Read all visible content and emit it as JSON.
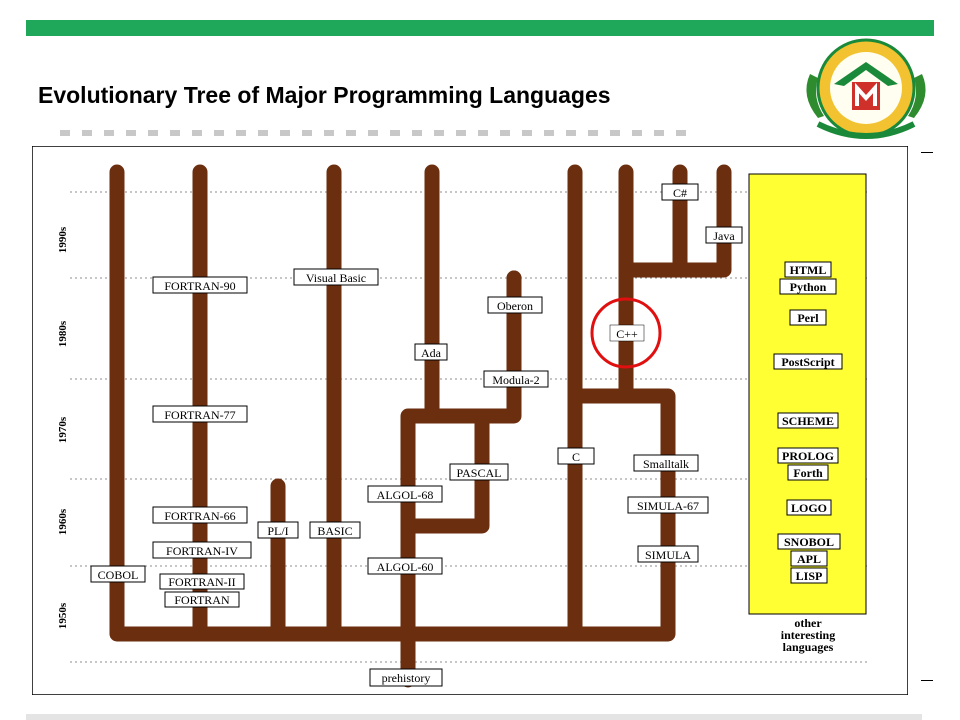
{
  "slide": {
    "title": "Evolutionary Tree of Major Programming Languages"
  },
  "colors": {
    "header_bar": "#1fa85a",
    "branch": "#6b2e0e",
    "other_languages_box": "#ffff33",
    "highlight_circle": "#e01010"
  },
  "logo": {
    "icon": "university-crest-icon"
  },
  "diagram": {
    "decades": [
      "1990s",
      "1980s",
      "1970s",
      "1960s",
      "1950s"
    ],
    "languages": {
      "cobol": "COBOL",
      "fortran": "FORTRAN",
      "fortran2": "FORTRAN-II",
      "fortran4": "FORTRAN-IV",
      "fortran66": "FORTRAN-66",
      "fortran77": "FORTRAN-77",
      "fortran90": "FORTRAN-90",
      "pl1": "PL/I",
      "basic": "BASIC",
      "visual_basic": "Visual Basic",
      "algol60": "ALGOL-60",
      "algol68": "ALGOL-68",
      "pascal": "PASCAL",
      "ada": "Ada",
      "modula2": "Modula-2",
      "oberon": "Oberon",
      "c": "C",
      "cpp": "C++",
      "csharp": "C#",
      "java": "Java",
      "smalltalk": "Smalltalk",
      "simula67": "SIMULA-67",
      "simula": "SIMULA",
      "prehistory": "prehistory"
    },
    "other_languages": [
      "HTML",
      "Python",
      "Perl",
      "PostScript",
      "SCHEME",
      "PROLOG",
      "Forth",
      "LOGO",
      "SNOBOL",
      "APL",
      "LISP"
    ],
    "other_caption": [
      "other",
      "interesting",
      "languages"
    ],
    "highlighted": "C++"
  }
}
